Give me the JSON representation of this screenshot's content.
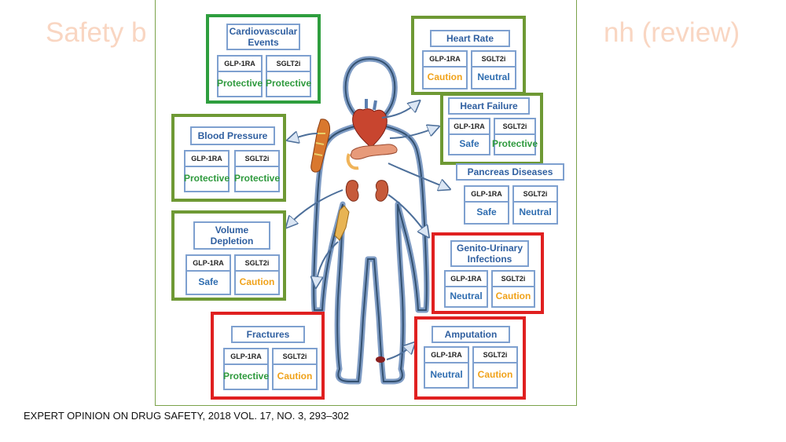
{
  "background_title": {
    "left": "Safety b",
    "right": "nh (review)"
  },
  "citation": "EXPERT OPINION ON DRUG SAFETY, 2018 VOL. 17, NO. 3, 293–302",
  "drug_labels": {
    "a": "GLP-1RA",
    "b": "SGLT2i"
  },
  "colors": {
    "green_border": "#6e9934",
    "bright_green_border": "#2e9e3e",
    "red_border": "#e02020",
    "protective": "#2f9a3e",
    "caution": "#f0a21a",
    "safe_neutral": "#2f6db0"
  },
  "cards": {
    "cardiovascular": {
      "title": "Cardiovascular Events",
      "glp1": "Protective",
      "sglt2": "Protective"
    },
    "blood_pressure": {
      "title": "Blood Pressure",
      "glp1": "Protective",
      "sglt2": "Protective"
    },
    "volume_depletion": {
      "title": "Volume Depletion",
      "glp1": "Safe",
      "sglt2": "Caution"
    },
    "fractures": {
      "title": "Fractures",
      "glp1": "Protective",
      "sglt2": "Caution"
    },
    "heart_rate": {
      "title": "Heart Rate",
      "glp1": "Caution",
      "sglt2": "Neutral"
    },
    "heart_failure": {
      "title": "Heart Failure",
      "glp1": "Safe",
      "sglt2": "Protective"
    },
    "pancreas": {
      "title": "Pancreas Diseases",
      "glp1": "Safe",
      "sglt2": "Neutral"
    },
    "genito_urinary": {
      "title": "Genito-Urinary Infections",
      "glp1": "Neutral",
      "sglt2": "Caution"
    },
    "amputation": {
      "title": "Amputation",
      "glp1": "Neutral",
      "sglt2": "Caution"
    }
  }
}
